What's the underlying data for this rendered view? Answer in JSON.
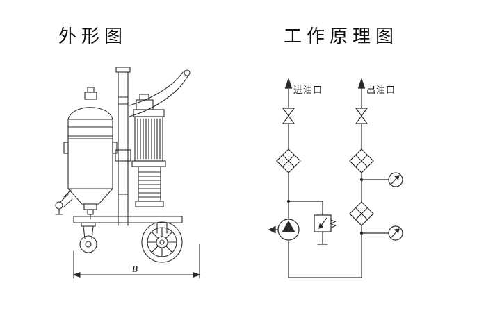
{
  "titles": {
    "left": "外形图",
    "right": "工作原理图"
  },
  "outline_drawing": {
    "dimension_label": "B"
  },
  "schematic": {
    "inlet_label": "进油口",
    "outlet_label": "出油口"
  },
  "colors": {
    "line": "#2b2b2b",
    "text": "#0f0f0f",
    "background": "#ffffff"
  }
}
